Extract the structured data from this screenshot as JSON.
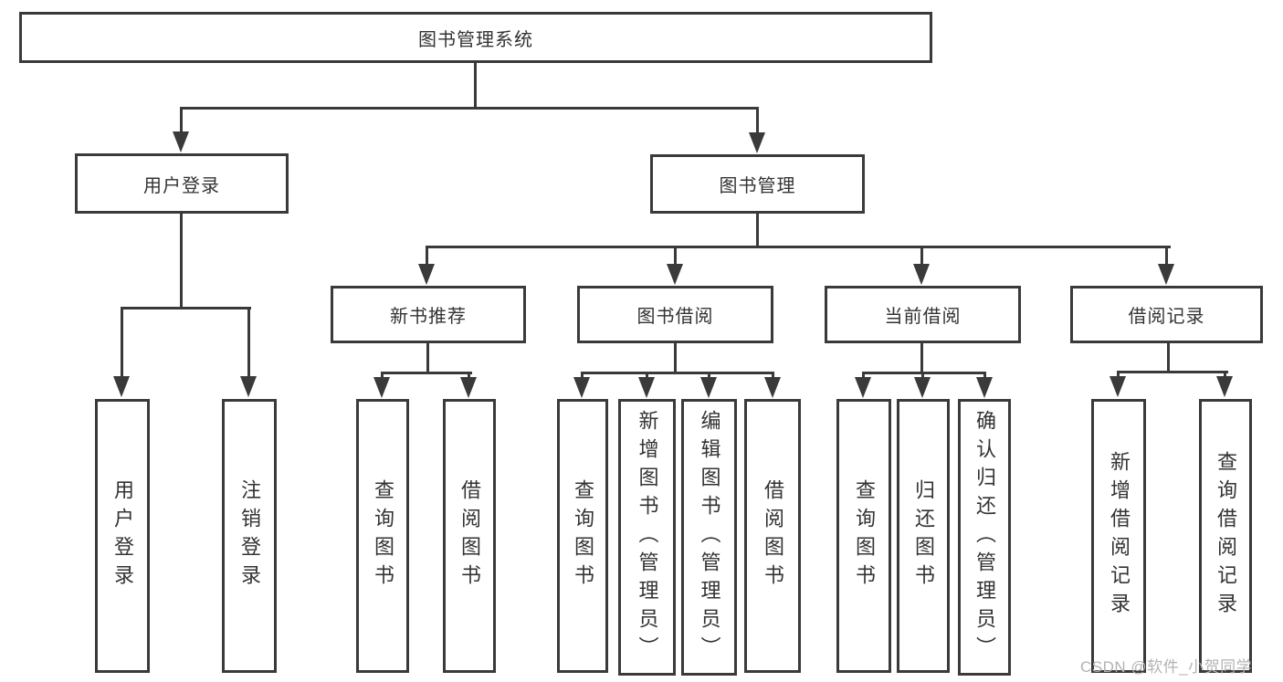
{
  "diagram": {
    "nodes": {
      "root": "图书管理系统",
      "user_login": "用户登录",
      "book_mgmt": "图书管理",
      "new_books": "新书推荐",
      "book_borrow": "图书借阅",
      "current_borrow": "当前借阅",
      "borrow_records": "借阅记录"
    },
    "leaves": {
      "user_login": [
        "用户登录",
        "注销登录"
      ],
      "new_books": [
        "查询图书",
        "借阅图书"
      ],
      "book_borrow": [
        "查询图书",
        "新增图书（管理员）",
        "编辑图书（管理员）",
        "借阅图书"
      ],
      "current_borrow": [
        "查询图书",
        "归还图书",
        "确认归还（管理员）"
      ],
      "borrow_records": [
        "新增借阅记录",
        "查询借阅记录"
      ]
    },
    "watermark": "CSDN @软件_小贺同学"
  },
  "colors": {
    "line": "#3a3a3a",
    "text": "#333333",
    "background": "#ffffff",
    "watermark": "#b3b3b3"
  }
}
